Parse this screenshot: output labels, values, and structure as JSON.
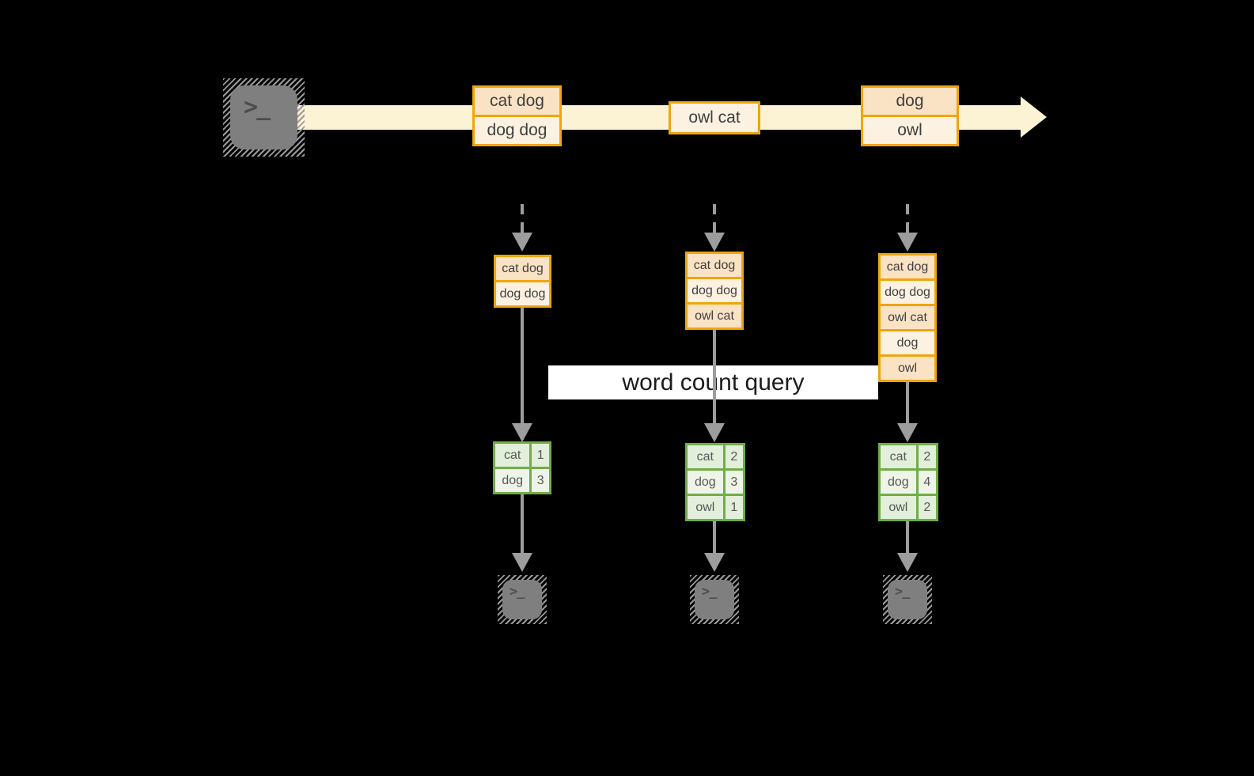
{
  "palette": {
    "background": "#000000",
    "band": "#fcf3d4",
    "orange": "#f0a50c",
    "peach": "#fae2c4",
    "cream": "#fdf2e2",
    "line-gray": "#9d9d9d",
    "green": "#70ad47",
    "green-light": "#e2efda",
    "green-lighter": "#eef5e8",
    "terminal": "#7f7f7f",
    "cell-text": "#3f3f3f",
    "table-text": "#575757",
    "label-text": "#1c1c1c",
    "label-bg": "#ffffff"
  },
  "icons": {
    "terminal_glyph": ">_"
  },
  "query_label": "word count query",
  "stream": {
    "events": [
      {
        "lines": [
          "cat dog",
          "dog dog"
        ]
      },
      {
        "lines": [
          "owl cat"
        ]
      },
      {
        "lines": [
          "dog",
          "owl"
        ]
      }
    ]
  },
  "columns": [
    {
      "buffer": [
        "cat dog",
        "dog dog"
      ],
      "counts": [
        {
          "word": "cat",
          "value": 1
        },
        {
          "word": "dog",
          "value": 3
        }
      ]
    },
    {
      "buffer": [
        "cat dog",
        "dog dog",
        "owl cat"
      ],
      "counts": [
        {
          "word": "cat",
          "value": 2
        },
        {
          "word": "dog",
          "value": 3
        },
        {
          "word": "owl",
          "value": 1
        }
      ]
    },
    {
      "buffer": [
        "cat dog",
        "dog dog",
        "owl cat",
        "dog",
        "owl"
      ],
      "counts": [
        {
          "word": "cat",
          "value": 2
        },
        {
          "word": "dog",
          "value": 4
        },
        {
          "word": "owl",
          "value": 2
        }
      ]
    }
  ]
}
